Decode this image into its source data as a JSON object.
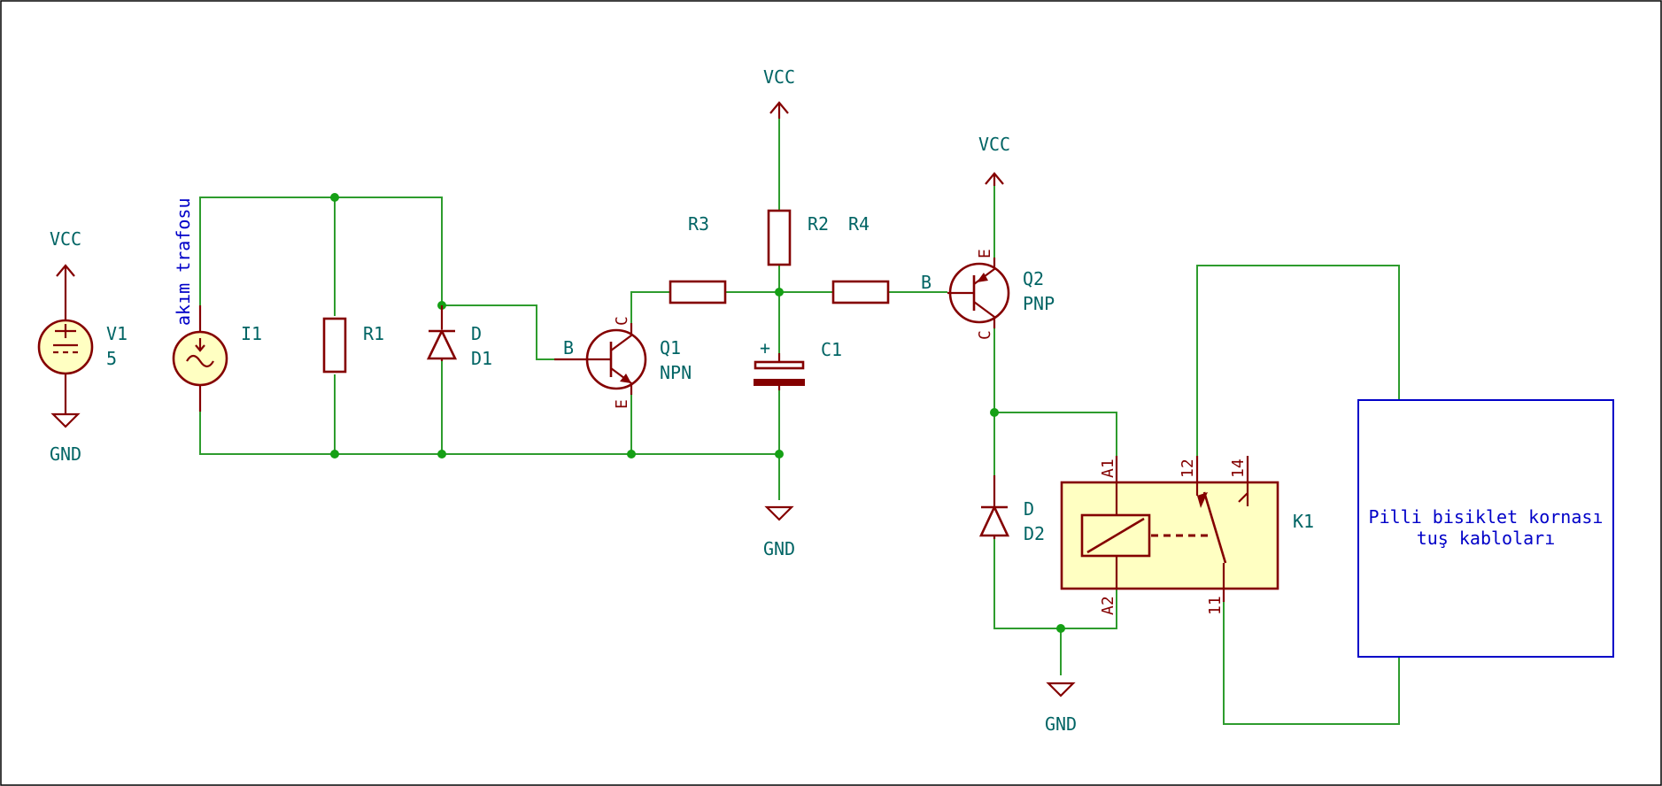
{
  "power": {
    "vcc": "VCC",
    "gnd": "GND"
  },
  "v1": {
    "ref": "V1",
    "value": "5"
  },
  "i1": {
    "ref": "I1",
    "net_label": "akım trafosu"
  },
  "r1": {
    "ref": "R1"
  },
  "d1": {
    "ref": "D1",
    "value": "D"
  },
  "q1": {
    "ref": "Q1",
    "value": "NPN",
    "pin_b": "B",
    "pin_c": "C",
    "pin_e": "E"
  },
  "r3": {
    "ref": "R3"
  },
  "r2": {
    "ref": "R2"
  },
  "r4": {
    "ref": "R4"
  },
  "c1": {
    "ref": "C1",
    "polarity": "+"
  },
  "q2": {
    "ref": "Q2",
    "value": "PNP",
    "pin_b": "B",
    "pin_c": "C",
    "pin_e": "E"
  },
  "d2": {
    "ref": "D2",
    "value": "D"
  },
  "k1": {
    "ref": "K1",
    "pin_a1": "A1",
    "pin_a2": "A2",
    "pin_11": "11",
    "pin_12": "12",
    "pin_14": "14"
  },
  "box": {
    "line1": "Pilli bisiklet kornası",
    "line2": "tuş kabloları"
  },
  "colors": {
    "wire": "#2e9c2e",
    "component": "#840000",
    "label": "#006464",
    "note": "#0000c8",
    "fill": "#ffffc2"
  }
}
